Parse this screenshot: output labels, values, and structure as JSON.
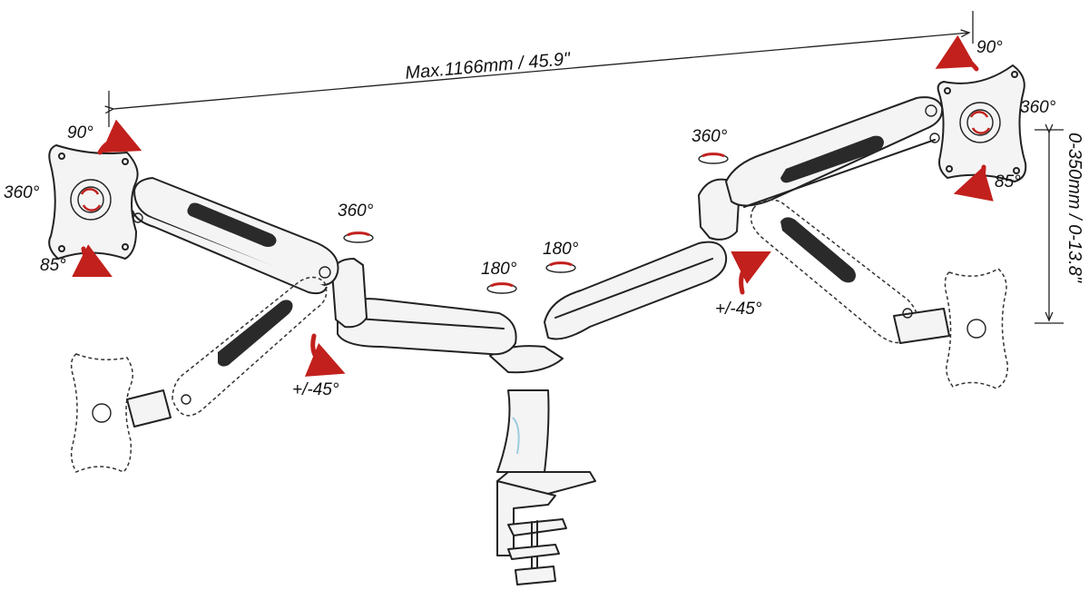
{
  "labels": {
    "max_span": "Max.1166mm / 45.9\"",
    "height_range": "0-350mm / 0-13.8\"",
    "left_tilt_up": "90°",
    "left_rotate": "360°",
    "left_tilt_down": "85°",
    "left_arm_swivel": "360°",
    "left_arm_tilt": "+/-45°",
    "center_left_swivel": "180°",
    "center_right_swivel": "180°",
    "right_arm_swivel": "360°",
    "right_arm_tilt": "+/-45°",
    "right_tilt_up": "90°",
    "right_rotate": "360°",
    "right_tilt_down": "85°"
  },
  "colors": {
    "arrow": "#c2201c",
    "line": "#222222",
    "body": "#f4f4f4"
  }
}
